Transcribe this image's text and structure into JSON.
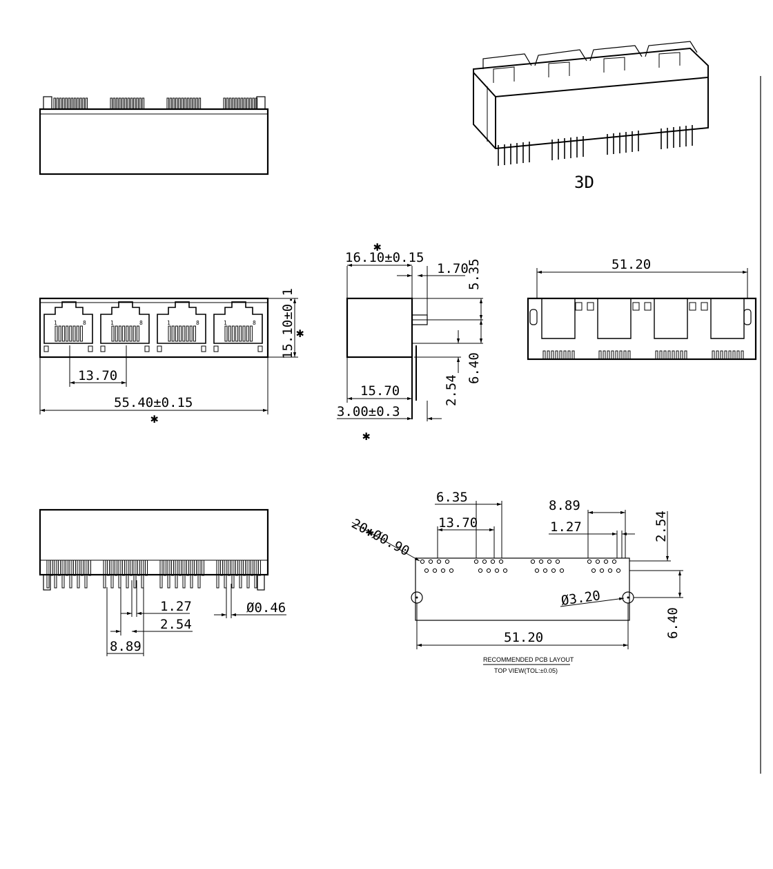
{
  "labels": {
    "view_3d": "3D",
    "front_pitch": "13.70",
    "front_width": "55.40±0.15",
    "front_height": "15.10±0.1",
    "side_depth": "16.10±0.15",
    "side_1_70": "1.70",
    "side_5_35": "5.35",
    "side_6_40": "6.40",
    "side_2_54": "2.54",
    "side_15_70": "15.70",
    "side_3_00": "3.00±0.3",
    "rear_width": "51.20",
    "bottom_1_27": "1.27",
    "bottom_2_54": "2.54",
    "bottom_8_89": "8.89",
    "bottom_pin_dia": "Ø0.46",
    "pcb_6_35": "6.35",
    "pcb_13_70": "13.70",
    "pcb_8_89": "8.89",
    "pcb_1_27": "1.27",
    "pcb_2_54": "2.54",
    "pcb_hole_callout": "20✱Ø0.90",
    "pcb_peg_dia": "Ø3.20",
    "pcb_width": "51.20",
    "pcb_6_40": "6.40",
    "pcb_title": "RECOMMENDED PCB LAYOUT",
    "pcb_subtitle": "TOP VIEW(TOL:±0.05)",
    "critical_mark": "✱",
    "pin_1": "1",
    "pin_8": "8"
  }
}
